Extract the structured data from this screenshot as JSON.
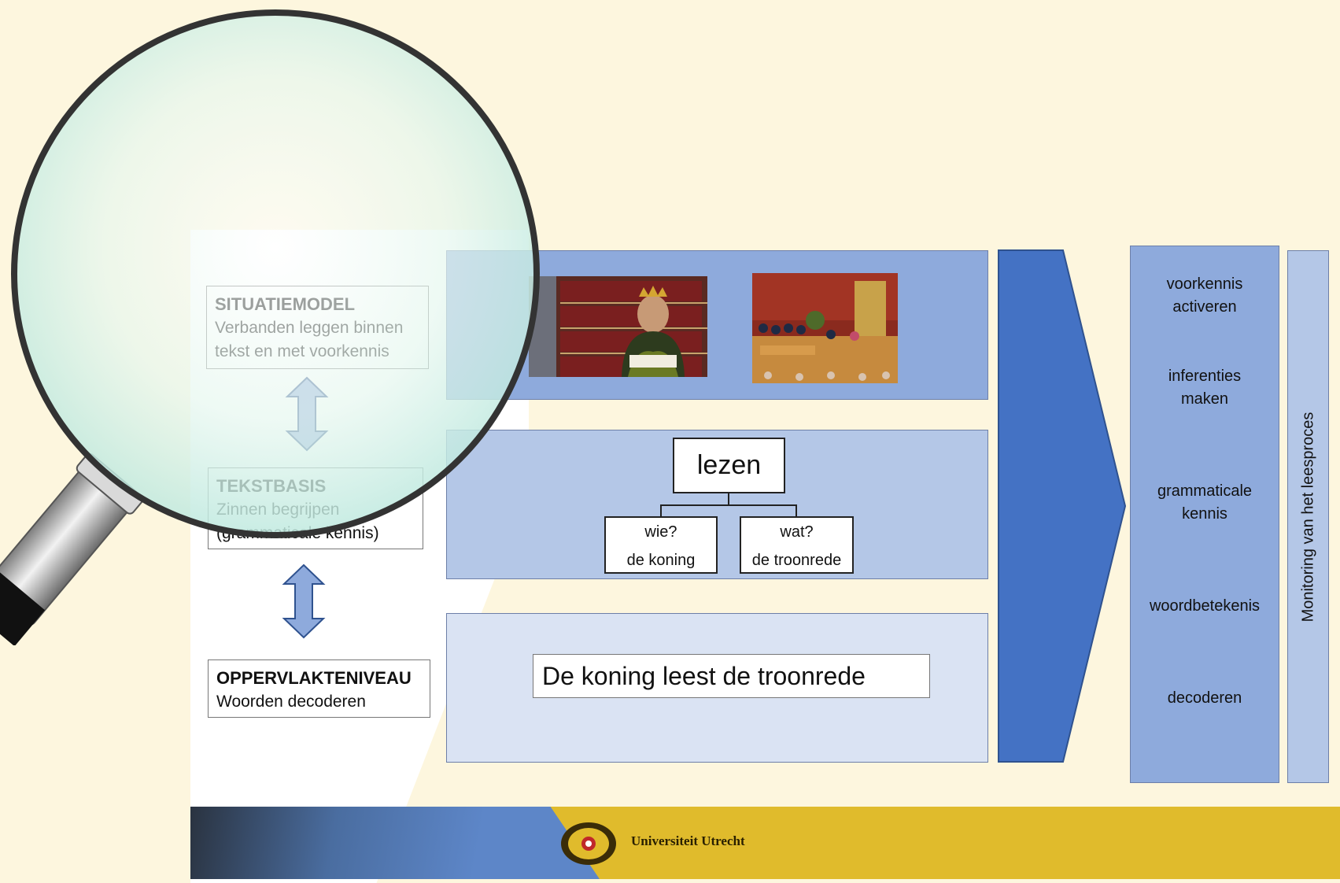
{
  "levels": {
    "situatiemodel": {
      "title": "SITUATIEMODEL",
      "line1": "Verbanden leggen binnen",
      "line2": "tekst en met voorkennis"
    },
    "tekstbasis": {
      "title": "TEKSTBASIS",
      "line1": "Zinnen begrijpen",
      "line2": "(grammaticale kennis)"
    },
    "oppervlakteniveau": {
      "title": "OPPERVLAKTENIVEAU",
      "line1": "Woorden decoderen"
    }
  },
  "tree": {
    "root": "lezen",
    "left_q": "wie?",
    "left_a": "de koning",
    "right_q": "wat?",
    "right_a": "de troonrede"
  },
  "sentence": "De koning leest de troonrede",
  "strategies": [
    "voorkennis",
    "activeren",
    "inferenties",
    "maken",
    "grammaticale",
    "kennis",
    "woordbetekenis",
    "decoderen"
  ],
  "monitoring": "Monitoring van het leesproces",
  "footer": {
    "university": "Universiteit Utrecht"
  },
  "colors": {
    "background": "#fdf6de",
    "panel_dark": "#8eaadc",
    "panel_mid": "#b4c7e7",
    "panel_light": "#dae3f3",
    "chevron": "#4472c4",
    "footer": "#e0bb2c"
  }
}
